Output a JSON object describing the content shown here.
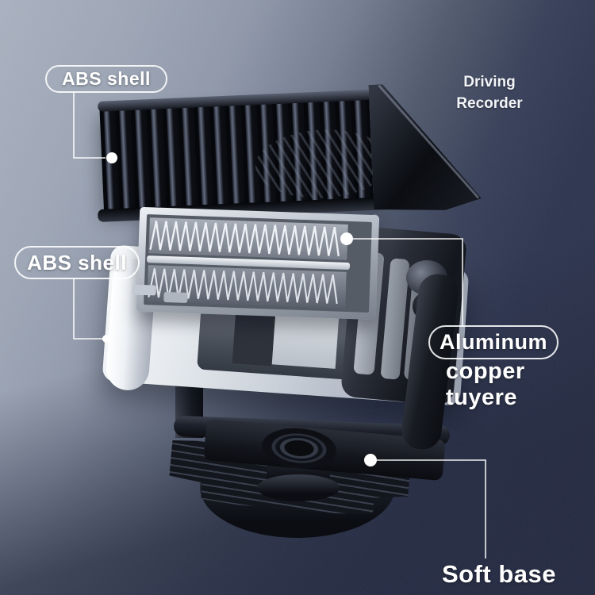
{
  "colors": {
    "background_light": "#9aa3b4",
    "background_dark": "#242b44",
    "annotation_text": "#ffffff",
    "annotation_outline": "#ffffff",
    "product_dark": "#0c0e13",
    "product_metal": "#c5cbd4"
  },
  "labels": {
    "abs_shell_top": {
      "text": "ABS shell"
    },
    "abs_shell_mid": {
      "text": "ABS shell"
    },
    "driving_recorder": {
      "line1": "Driving",
      "line2": "Recorder"
    },
    "aluminum_copper_tuyere": {
      "line1": "Aluminum",
      "line2": "copper",
      "line3": "tuyere"
    },
    "soft_base": {
      "text": "Soft base"
    }
  },
  "product_parts": [
    "abs-shell-top-grille",
    "aluminum-copper-heating-element",
    "abs-shell-body",
    "mount-bracket",
    "soft-base"
  ]
}
